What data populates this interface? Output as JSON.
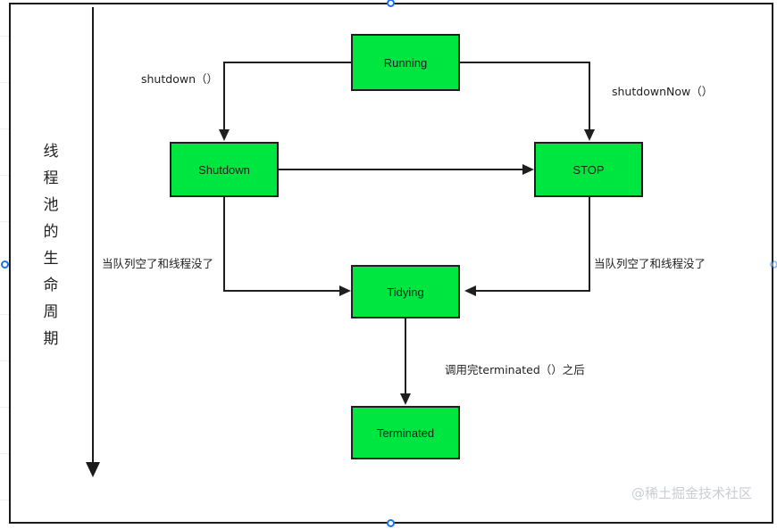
{
  "diagram": {
    "caption_vertical": "线\n程\n池\n的\n生\n命\n周\n期",
    "watermark": "@稀土掘金技术社区",
    "accent_color": "#00e640",
    "line_color": "#1f1f1f",
    "handle_color": "#1a73e8",
    "nodes": [
      {
        "id": "running",
        "label": "Running"
      },
      {
        "id": "shutdown",
        "label": "Shutdown"
      },
      {
        "id": "stop",
        "label": "STOP"
      },
      {
        "id": "tidying",
        "label": "Tidying"
      },
      {
        "id": "terminated",
        "label": "Terminated"
      }
    ],
    "edges": [
      {
        "id": "running-to-shutdown",
        "label": "shutdown（）"
      },
      {
        "id": "running-to-stop",
        "label": "shutdownNow（）"
      },
      {
        "id": "shutdown-to-stop",
        "label": ""
      },
      {
        "id": "shutdown-to-tidying",
        "label": "当队列空了和线程没了"
      },
      {
        "id": "stop-to-tidying",
        "label": "当队列空了和线程没了"
      },
      {
        "id": "tidying-to-terminated",
        "label": "调用完terminated（）之后"
      }
    ]
  }
}
